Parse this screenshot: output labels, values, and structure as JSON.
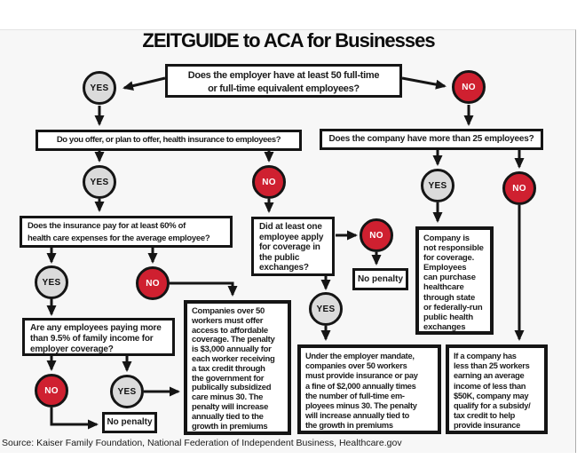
{
  "title": "ZEITGUIDE to ACA for Businesses",
  "source": "Source: Kaiser Family Foundation, National Federation of Independent Business, Healthcare.gov",
  "labels": {
    "yes": "YES",
    "no": "NO"
  },
  "colors": {
    "yes_fill": "#dbdbdb",
    "no_fill": "#cf2030",
    "line": "#151515",
    "box_bg": "#ffffff",
    "panel_bg": "#f7f7f7"
  },
  "nodes": {
    "q_50_employees": "Does the employer have at least 50 full-time\nor full-time equivalent employees?",
    "q_offer_insurance": "Do you offer, or plan to offer, health insurance to employees?",
    "q_more_than_25": "Does the company have more than 25 employees?",
    "q_insurance_60_percent": "Does the insurance pay for at least 60% of\nhealth care expenses for the average employee?",
    "q_exchange_apply": "Did at least one\nemployee apply\nfor coverage in\nthe public\nexchanges?",
    "q_family_income": "Are any employees paying more\nthan 9.5% of family income for\nemployer coverage?",
    "no_penalty_exchange": "No penalty",
    "no_penalty_income": "No penalty",
    "outcome_not_responsible": "Company is\nnot responsible\nfor coverage.\nEmployees\ncan purchase\nhealthcare\nthrough state\nor federally-run\npublic health\nexchanges",
    "outcome_3000_penalty": "Companies over 50\nworkers must offer\naccess to affordable\ncoverage. The penalty\nis $3,000 annually for\neach worker receiving\na tax credit through\nthe government for\npublically subsidized\ncare minus 30. The\npenalty will increase\nannually tied to the\ngrowth in premiums",
    "outcome_employer_mandate": "Under the employer mandate,\ncompanies over 50 workers\nmust provide insurance or pay\na fine of $2,000 annually times\nthe number of full-time em-\nployees minus 30. The penalty\nwill increase annually tied to\nthe growth in premiums",
    "outcome_subsidy": "If a company has\nless than 25 workers\nearning an average\nincome of less than\n$50K, company may\nqualify for a subsidy/\ntax credit to help\nprovide insurance"
  }
}
